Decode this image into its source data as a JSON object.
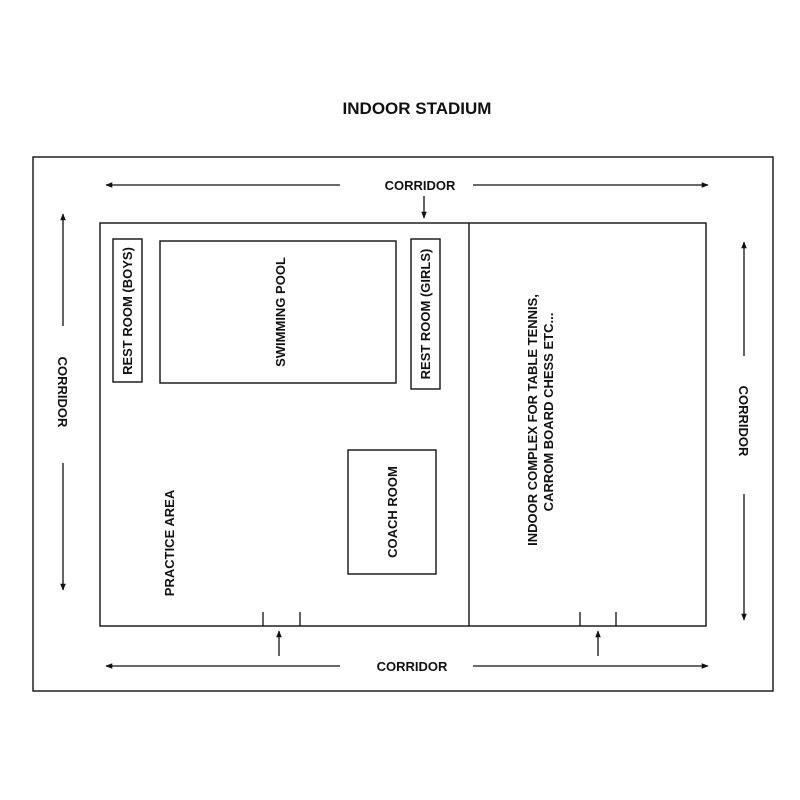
{
  "title": {
    "text": "INDOOR STADIUM",
    "color": "#e0141e"
  },
  "corridors": {
    "top": "CORRIDOR",
    "bottom": "CORRIDOR",
    "left": "CORRIDOR",
    "right": "CORRIDOR"
  },
  "rooms": {
    "rest_room_boys": "REST ROOM (BOYS)",
    "swimming_pool": "SWIMMING POOL",
    "rest_room_girls": "REST ROOM (GIRLS)",
    "coach_room": "COACH ROOM",
    "practice_area": "PRACTICE AREA",
    "indoor_complex_line1": "INDOOR COMPLEX FOR TABLE TENNIS,",
    "indoor_complex_line2": "CARROM BOARD CHESS ETC..."
  },
  "colors": {
    "line": "#111111",
    "background": "#ffffff"
  }
}
